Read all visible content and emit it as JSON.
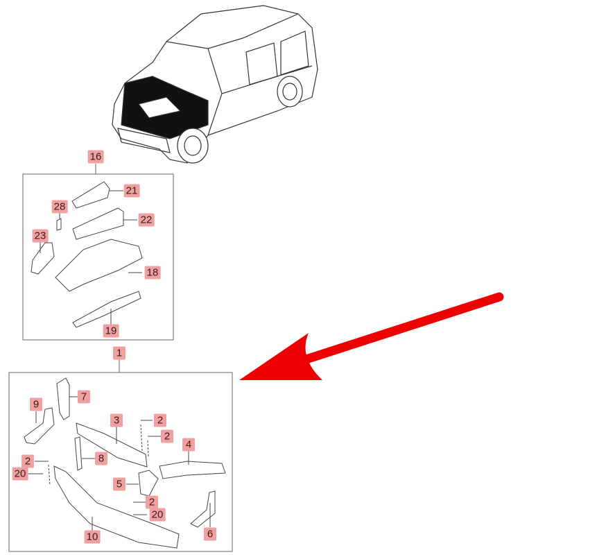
{
  "diagram": {
    "group_labels": {
      "upper_assembly": "16",
      "lower_assembly": "1"
    },
    "upper_callouts": [
      "21",
      "28",
      "22",
      "23",
      "18",
      "19"
    ],
    "lower_callouts": [
      "7",
      "9",
      "3",
      "2",
      "2",
      "4",
      "8",
      "2",
      "20",
      "5",
      "2",
      "20",
      "10",
      "6"
    ],
    "colors": {
      "callout_bg": "#f0a0a0",
      "arrow": "#ee0000",
      "line": "#555555"
    }
  }
}
